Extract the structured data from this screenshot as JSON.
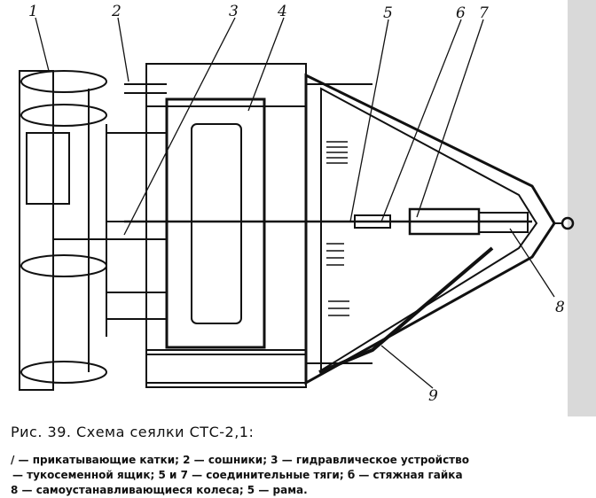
{
  "figure": {
    "labels": [
      "1",
      "2",
      "3",
      "4",
      "5",
      "6",
      "7",
      "8",
      "9"
    ]
  },
  "caption": {
    "title": "Рис. 39. Схема сеялки СТС-2,1:",
    "legend": [
      "/ — прикатывающие катки; 2 — сошники; 3 — гидравлическое устройство",
      "— тукосеменной ящик; 5 и 7 — соединительные тяги; б — стяжная гайка",
      "8 — самоустанавливающиеся колеса; 5 — рама."
    ]
  }
}
